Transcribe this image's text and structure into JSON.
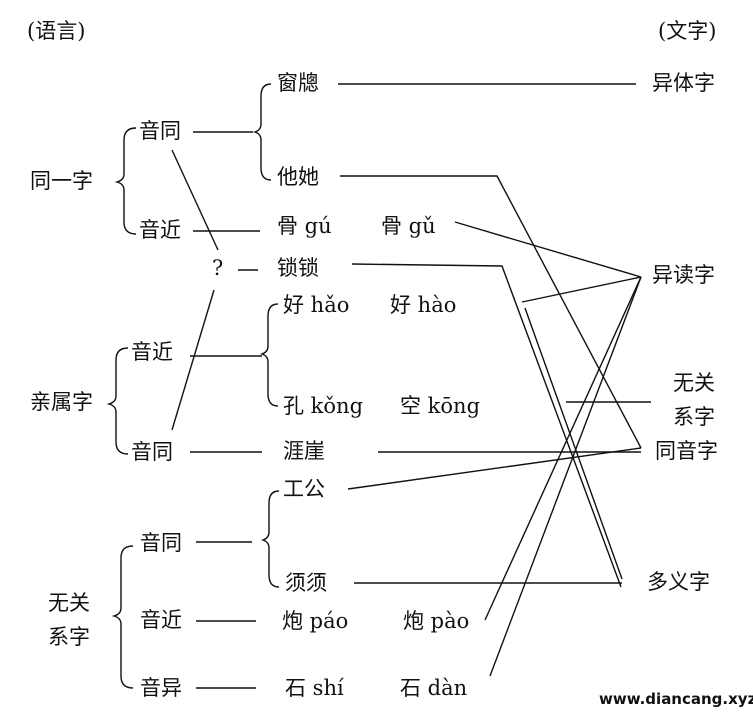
{
  "header": {
    "left": "(语言)",
    "right": "(文字)"
  },
  "groups": {
    "same_char": "同一字",
    "related": "亲属字",
    "unrelated_l1": "无关",
    "unrelated_l2": "系字"
  },
  "sub": {
    "a": "音同",
    "b": "音近",
    "c": "音近",
    "d": "音同",
    "e": "音同",
    "f": "音近",
    "g": "音异",
    "q": "?"
  },
  "items": {
    "chuang": "窗牕",
    "tata": "他她",
    "gu1": "骨 gú",
    "gu2": "骨 gǔ",
    "suo": "锁锁",
    "hao1": "好 hǎo",
    "hao2": "好 hào",
    "kong1": "孔 kǒng",
    "kong2": "空 kōng",
    "ya": "涯崖",
    "gong": "工公",
    "xu": "须须",
    "pao1": "炮 páo",
    "pao2": "炮 pào",
    "shi1": "石 shí",
    "shi2": "石 dàn"
  },
  "right": {
    "variant": "异体字",
    "reading": "异读字",
    "unrel_l1": "无关",
    "unrel_l2": "系字",
    "homophone": "同音字",
    "polysemy": "多义字"
  },
  "watermark": "www.diancang.xyz"
}
